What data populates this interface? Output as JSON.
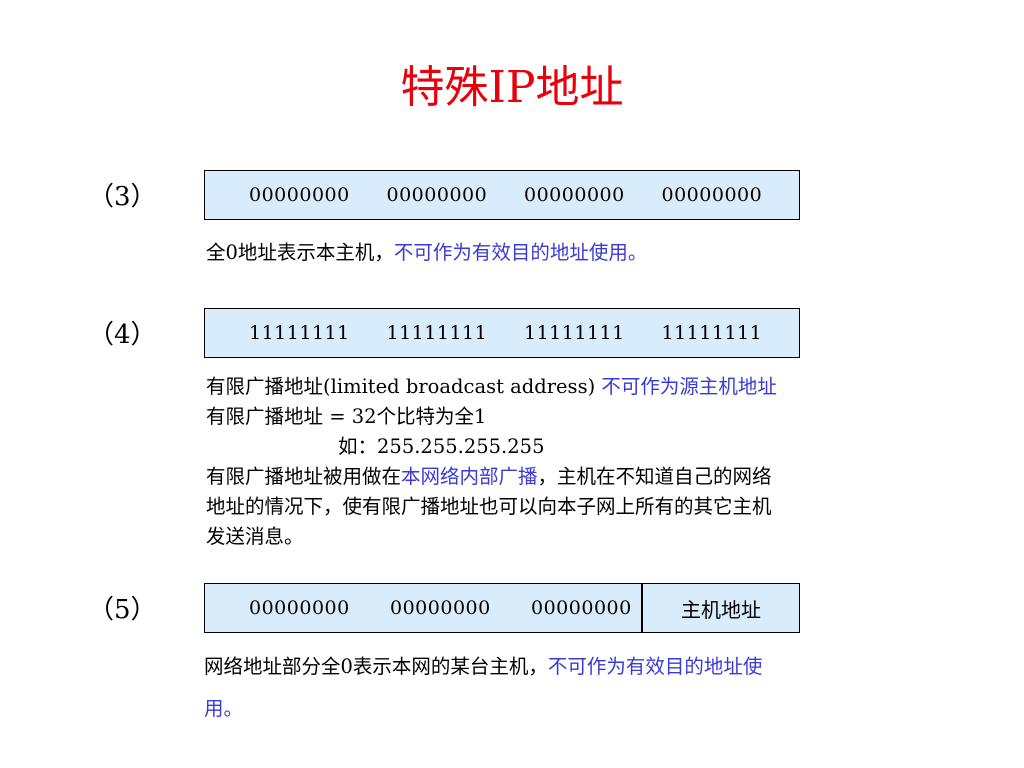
{
  "title": "特殊IP地址",
  "sections": [
    {
      "label": "（3）",
      "octets": [
        "00000000",
        "00000000",
        "00000000",
        "00000000"
      ],
      "note_black": "全0地址表示本主机，",
      "note_blue": "不可作为有效目的地址使用。"
    },
    {
      "label": "（4）",
      "octets": [
        "11111111",
        "11111111",
        "11111111",
        "11111111"
      ],
      "line1_black": "有限广播地址(limited broadcast address) ",
      "line1_blue": "不可作为源主机地址",
      "line2": "有限广播地址 = 32个比特为全1",
      "line3": "如：255.255.255.255",
      "line4_black_a": "有限广播地址被用做在",
      "line4_blue": "本网络内部广播",
      "line4_black_b": "，主机在不知道自己的网络",
      "line5": "地址的情况下，使有限广播地址也可以向本子网上所有的其它主机",
      "line6": "发送消息。"
    },
    {
      "label": "（5）",
      "octets": [
        "00000000",
        "00000000",
        "00000000"
      ],
      "host_label": "主机地址",
      "note_black": "网络地址部分全0表示本网的某台主机，",
      "note_blue_a": "不可作为有效目的地址使",
      "note_blue_b": "用。"
    }
  ],
  "colors": {
    "title": "#e8000b",
    "highlight": "#3a3ad6",
    "box_fill": "#d9ecfb"
  }
}
